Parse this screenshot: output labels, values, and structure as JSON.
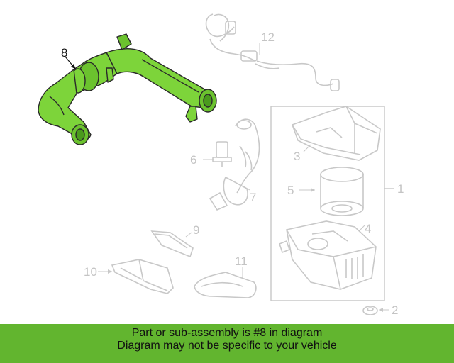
{
  "diagram": {
    "callouts": {
      "c1": "1",
      "c2": "2",
      "c3": "3",
      "c4": "4",
      "c5": "5",
      "c6": "6",
      "c7": "7",
      "c8": "8",
      "c9": "9",
      "c10": "10",
      "c11": "11",
      "c12": "12"
    },
    "highlighted_part": "8",
    "colors": {
      "highlight": "#7dd43a",
      "ghost": "#c8c8c8",
      "banner": "#62b52f"
    }
  },
  "banner": {
    "line1": "Part or sub-assembly is #8 in diagram",
    "line2": "Diagram may not be specific to your vehicle"
  }
}
